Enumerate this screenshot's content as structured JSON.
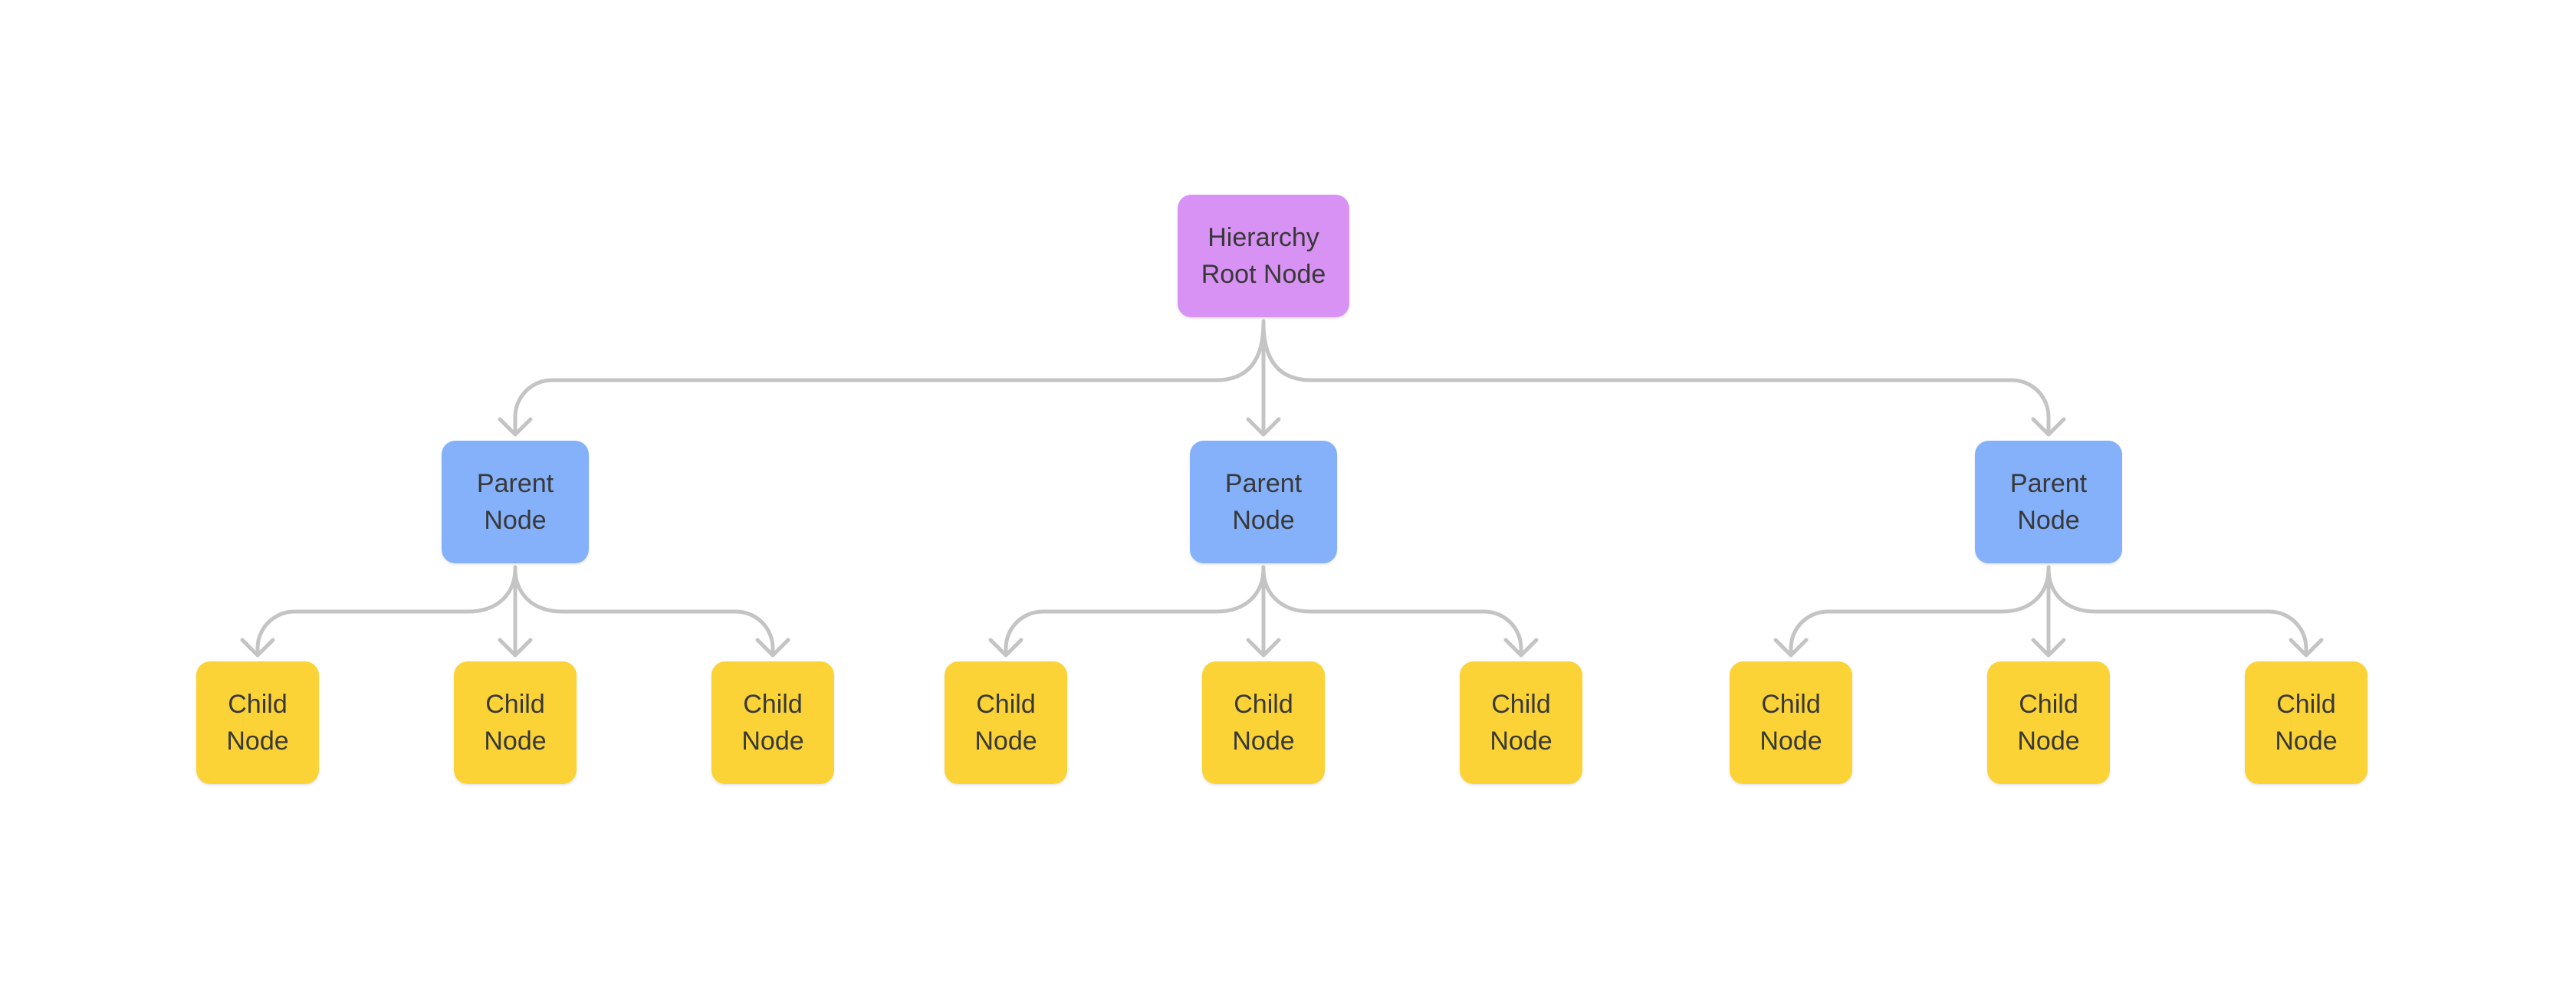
{
  "diagram": {
    "background_color": "#ffffff",
    "edge_color": "#c4c4c4",
    "label_color": "#383838",
    "root": {
      "id": "root",
      "label": "Hierarchy Root Node",
      "label_lines": [
        "Hierarchy",
        "Root Node"
      ],
      "color": "#d892f3",
      "children": [
        {
          "id": "parent-1",
          "label": "Parent Node",
          "label_lines": [
            "Parent",
            "Node"
          ],
          "color": "#85b1fa",
          "children": [
            {
              "id": "child-1",
              "label": "Child Node",
              "label_lines": [
                "Child",
                "Node"
              ],
              "color": "#fbd336"
            },
            {
              "id": "child-2",
              "label": "Child Node",
              "label_lines": [
                "Child",
                "Node"
              ],
              "color": "#fbd336"
            },
            {
              "id": "child-3",
              "label": "Child Node",
              "label_lines": [
                "Child",
                "Node"
              ],
              "color": "#fbd336"
            }
          ]
        },
        {
          "id": "parent-2",
          "label": "Parent Node",
          "label_lines": [
            "Parent",
            "Node"
          ],
          "color": "#85b1fa",
          "children": [
            {
              "id": "child-4",
              "label": "Child Node",
              "label_lines": [
                "Child",
                "Node"
              ],
              "color": "#fbd336"
            },
            {
              "id": "child-5",
              "label": "Child Node",
              "label_lines": [
                "Child",
                "Node"
              ],
              "color": "#fbd336"
            },
            {
              "id": "child-6",
              "label": "Child Node",
              "label_lines": [
                "Child",
                "Node"
              ],
              "color": "#fbd336"
            }
          ]
        },
        {
          "id": "parent-3",
          "label": "Parent Node",
          "label_lines": [
            "Parent",
            "Node"
          ],
          "color": "#85b1fa",
          "children": [
            {
              "id": "child-7",
              "label": "Child Node",
              "label_lines": [
                "Child",
                "Node"
              ],
              "color": "#fbd336"
            },
            {
              "id": "child-8",
              "label": "Child Node",
              "label_lines": [
                "Child",
                "Node"
              ],
              "color": "#fbd336"
            },
            {
              "id": "child-9",
              "label": "Child Node",
              "label_lines": [
                "Child",
                "Node"
              ],
              "color": "#fbd336"
            }
          ]
        }
      ]
    }
  }
}
